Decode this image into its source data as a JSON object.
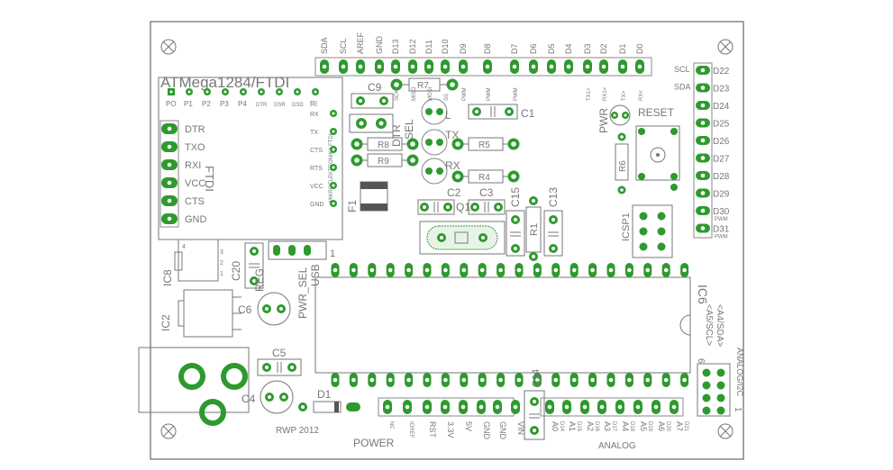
{
  "board": {
    "title": "ATMega1284/FTDI",
    "credit": "RWP 2012",
    "power_label": "POWER",
    "analog_label": "ANALOG"
  },
  "colors": {
    "pad": "#2e9a2e",
    "pad_hole": "#ffffff",
    "silk": "#8c8c8c",
    "outline": "#666666",
    "background": "#ffffff"
  },
  "top_header": [
    "SDA",
    "SCL",
    "AREF",
    "GND",
    "D13",
    "D12",
    "D11",
    "D10",
    "D9",
    "D8",
    "D7",
    "D6",
    "D5",
    "D4",
    "D3",
    "D2",
    "D1",
    "D0"
  ],
  "top_header_sub": [
    "",
    "",
    "",
    "",
    "SCK",
    "MISO",
    "MOSI",
    "SS",
    "PWM",
    "PWM",
    "PWM",
    "",
    "",
    "",
    "TX1>",
    "RX1<",
    "TX>",
    "RX<"
  ],
  "right_header": [
    {
      "label": "D22",
      "side": "SCL"
    },
    {
      "label": "D23",
      "side": "SDA"
    },
    {
      "label": "D24",
      "side": ""
    },
    {
      "label": "D25",
      "side": ""
    },
    {
      "label": "D26",
      "side": ""
    },
    {
      "label": "D27",
      "side": ""
    },
    {
      "label": "D28",
      "side": ""
    },
    {
      "label": "D29",
      "side": ""
    },
    {
      "label": "D30",
      "side": "PWM"
    },
    {
      "label": "D31",
      "side": "PWM"
    }
  ],
  "ftdi": {
    "top_pins": [
      "PO",
      "P1",
      "P2",
      "P3",
      "P4",
      "DTR",
      "DSR",
      "DSD",
      "RI"
    ],
    "right_pins": [
      "RX",
      "TX",
      "CTS",
      "RTS",
      "VCC",
      "GND"
    ],
    "left_pins": [
      "DTR",
      "TXO",
      "RXI",
      "VCC",
      "CTS",
      "GND"
    ],
    "module_label": "MIKROELEKTRONIKA FTDI",
    "name": "FTDI"
  },
  "bottom_header": [
    "NC",
    "IOREF",
    "RST",
    "3.3V",
    "5V",
    "GND",
    "GND",
    "VIN",
    "A0",
    "A1",
    "A2",
    "A3",
    "A4",
    "A5",
    "A6",
    "A7"
  ],
  "bottom_header_sub": [
    "",
    "",
    "",
    "",
    "",
    "",
    "",
    "",
    "D14",
    "D15",
    "D16",
    "D17",
    "D18",
    "D19",
    "D20",
    "D21"
  ],
  "components": {
    "R7": "R7",
    "R8": "R8",
    "R9": "R9",
    "R5": "R5",
    "R4": "R4",
    "R6": "R6",
    "R1": "R1",
    "C9": "C9",
    "C1": "C1",
    "C2": "C2",
    "C3": "C3",
    "C15": "C15",
    "C13": "C13",
    "C20": "C20",
    "C6": "C6",
    "C5": "C5",
    "C4": "C4",
    "C14": "C14",
    "Q1": "Q1",
    "D1": "D1",
    "F1": "F1",
    "IC8": "IC8",
    "IC2": "IC2",
    "IC6": "IC6",
    "ICSP1": "ICSP1",
    "PWR": "PWR",
    "RESET": "RESET",
    "L": "L",
    "TX": "TX",
    "RX": "RX",
    "DTR_SEL": "DTR\nSEL",
    "REG": "REG",
    "PWR_SEL": "PWR_SEL",
    "USB": "USB",
    "one": "1",
    "ic8_pins": [
      "4",
      "2",
      "3",
      "1"
    ],
    "i2c_labels": [
      "<A5/SCL>",
      "<A4/SDA>",
      "ANALOG/I2C"
    ]
  }
}
